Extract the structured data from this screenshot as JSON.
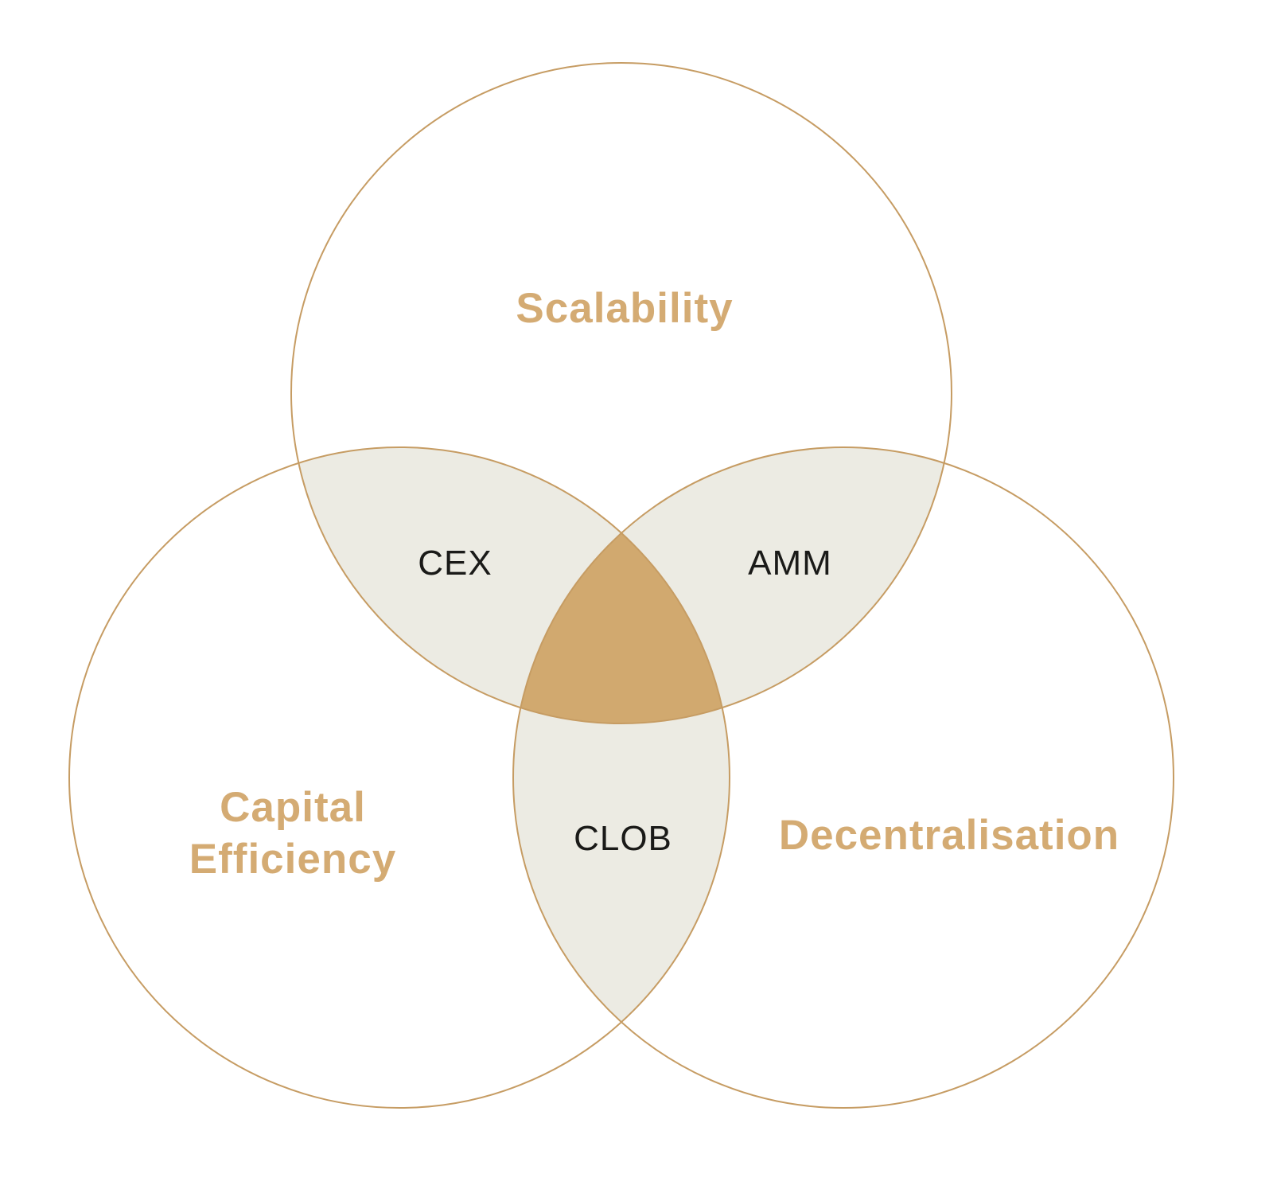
{
  "diagram": {
    "type": "venn",
    "sets": [
      {
        "id": "scalability",
        "label": "Scalability"
      },
      {
        "id": "capital-efficiency",
        "label_lines": [
          "Capital",
          "Efficiency"
        ]
      },
      {
        "id": "decentralisation",
        "label": "Decentralisation"
      }
    ],
    "overlaps": [
      {
        "id": "cex",
        "label": "CEX",
        "between": [
          "Scalability",
          "Capital Efficiency"
        ]
      },
      {
        "id": "amm",
        "label": "AMM",
        "between": [
          "Scalability",
          "Decentralisation"
        ]
      },
      {
        "id": "clob",
        "label": "CLOB",
        "between": [
          "Capital Efficiency",
          "Decentralisation"
        ]
      }
    ],
    "colors": {
      "background": "#FFFFFF",
      "circle_stroke": "#C69C63",
      "set_label": "#D4AB73",
      "overlap_label": "#1A1A18",
      "pair_overlap_fill": "#ECEBE3",
      "triple_overlap_fill": "#D1A96F"
    }
  }
}
